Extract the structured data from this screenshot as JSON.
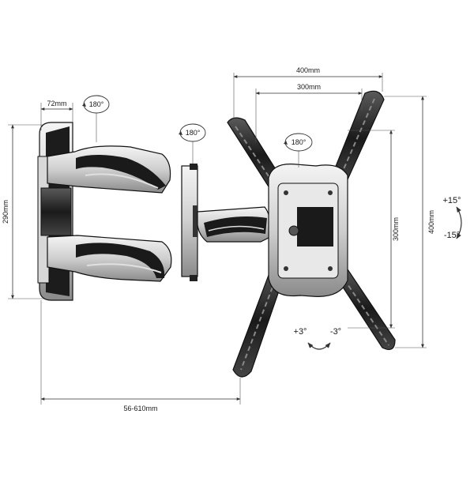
{
  "dimensions": {
    "depth_top": "72mm",
    "plate_height": "290mm",
    "extension": "56-610mm",
    "vesa_h_max": "400mm",
    "vesa_h_min": "300mm",
    "vesa_v_min": "300mm",
    "vesa_v_max": "400mm"
  },
  "rotation": {
    "swivel_wall": "180°",
    "swivel_arm": "180°",
    "rotate_head": "180°"
  },
  "tilt": {
    "up": "+15°",
    "down": "-15°"
  },
  "level": {
    "plus": "+3°",
    "minus": "-3°"
  }
}
